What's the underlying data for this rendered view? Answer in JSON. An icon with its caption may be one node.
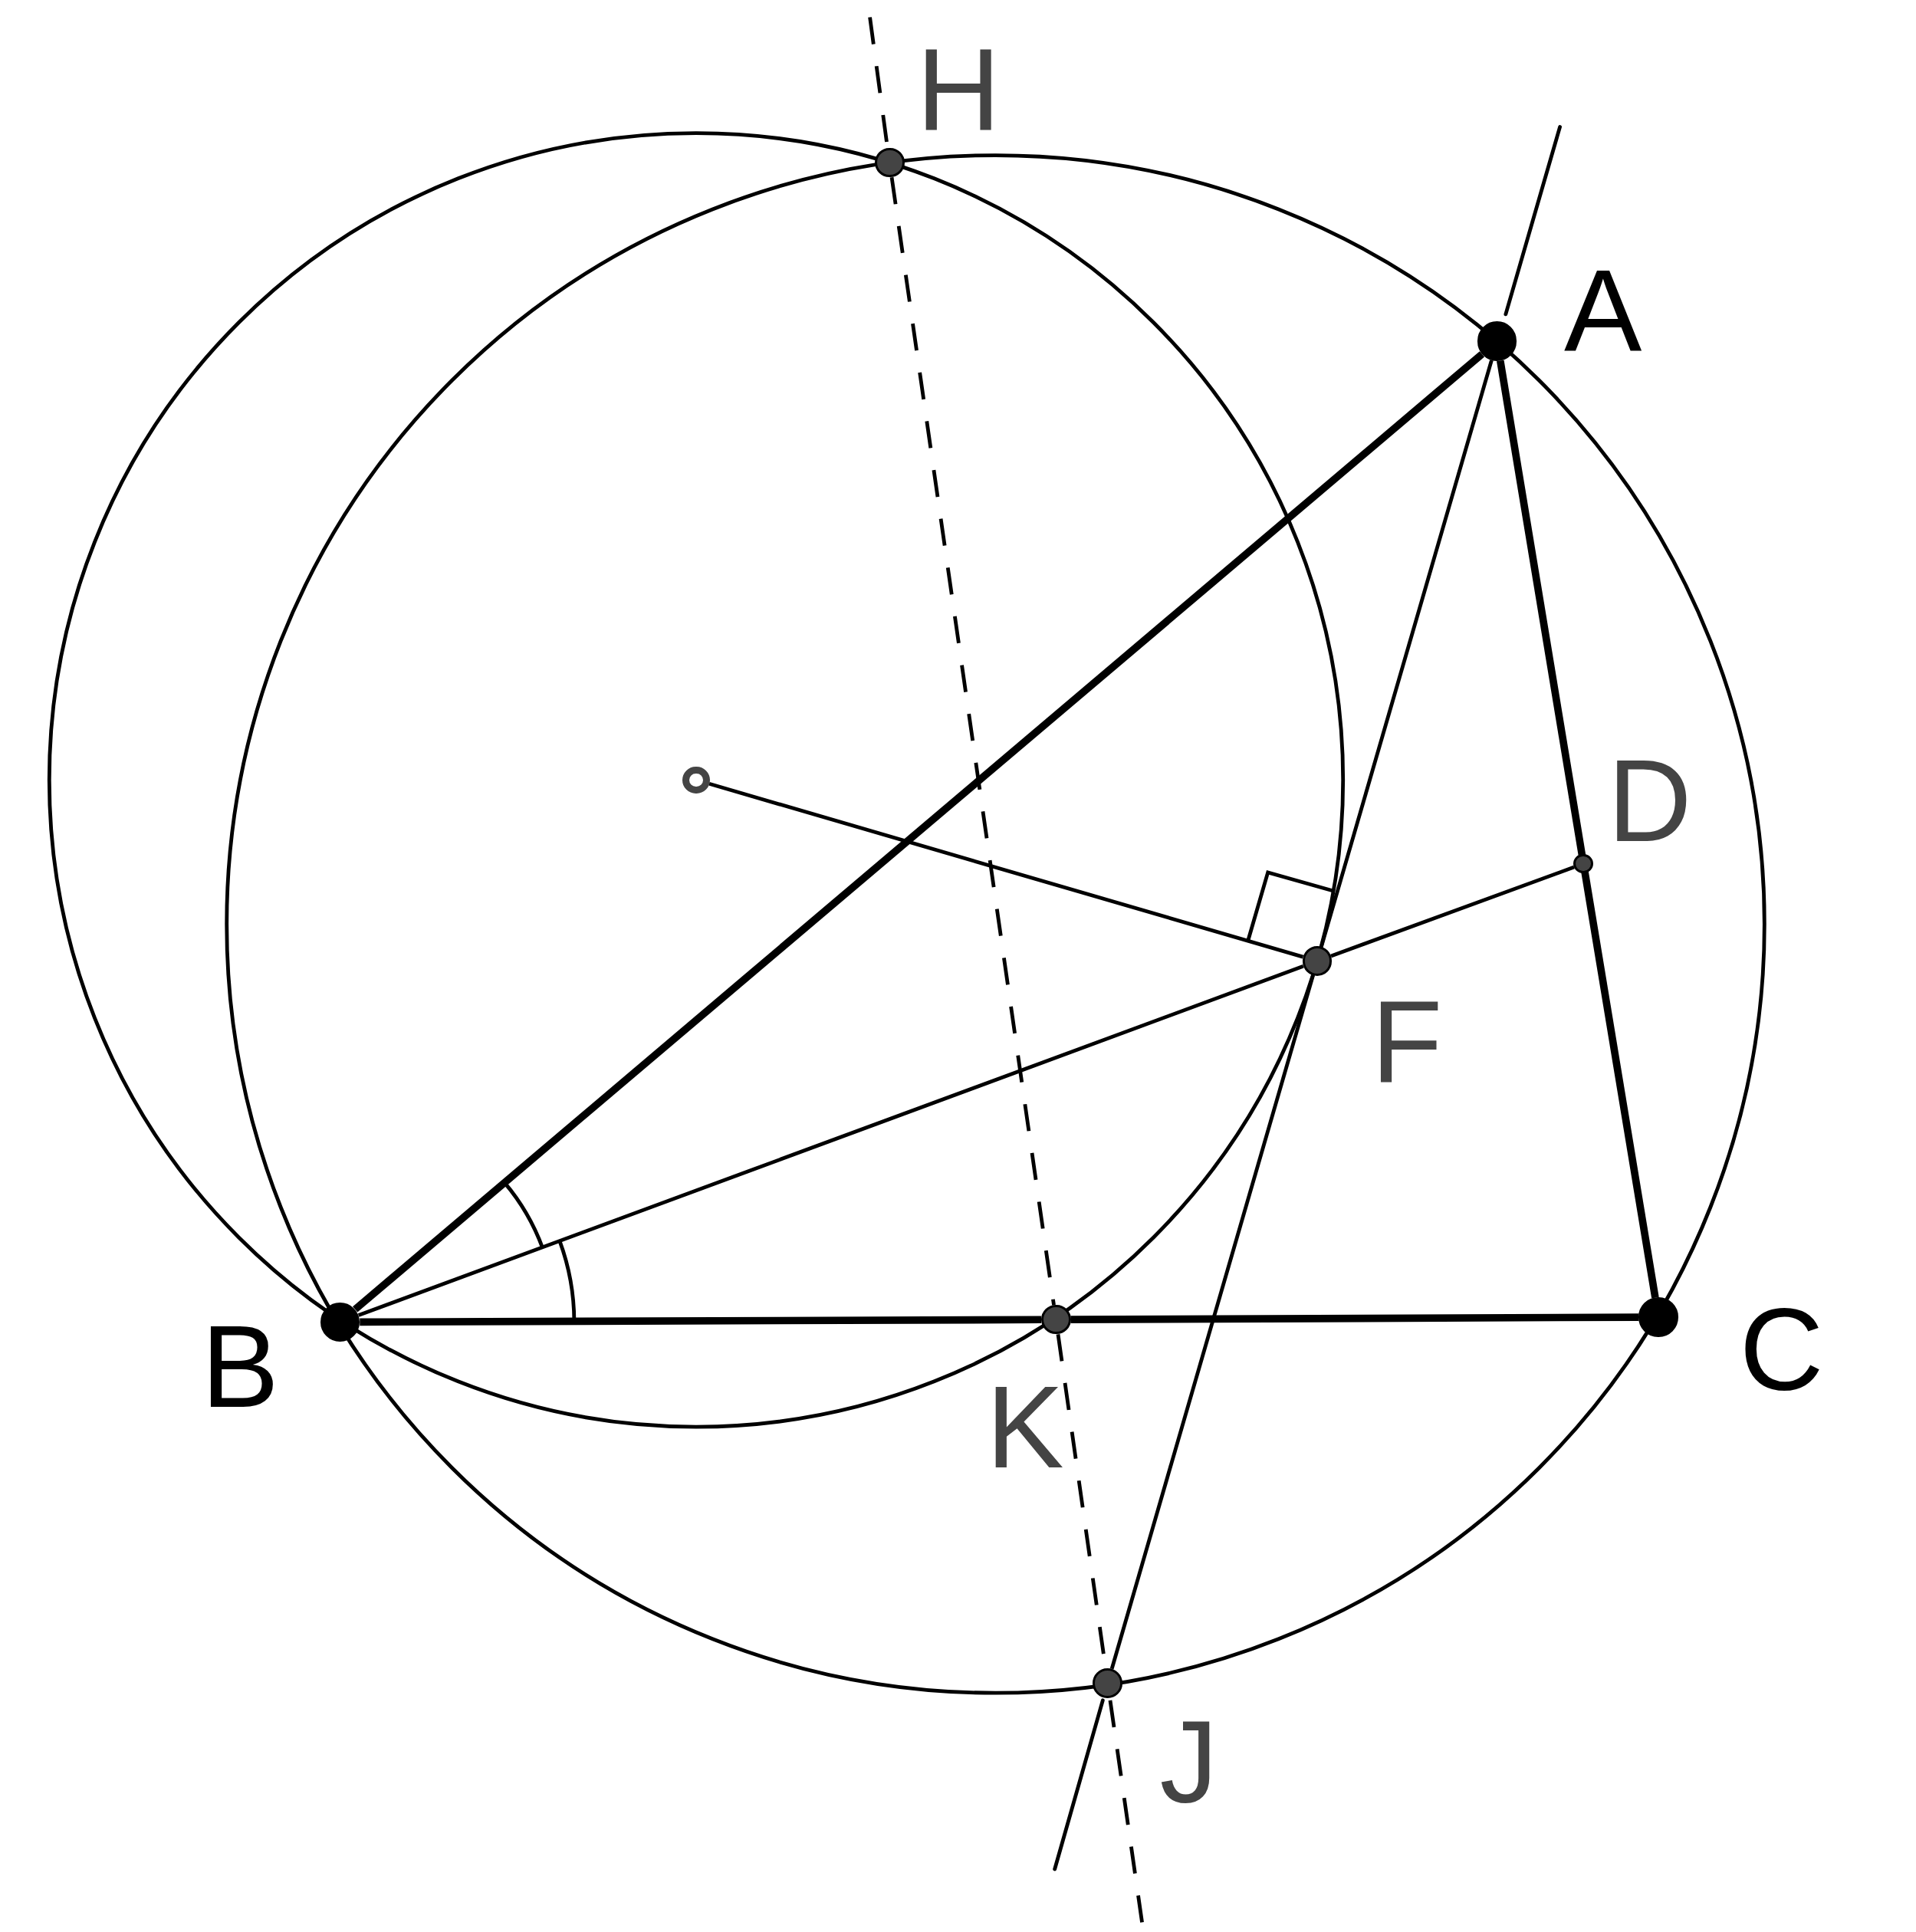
{
  "diagram": {
    "nodes": [
      {
        "text": [
          "A"
        ]
      },
      {
        "text": [
          "B"
        ]
      },
      {
        "text": [
          "C"
        ]
      },
      {
        "text": [
          "D"
        ]
      },
      {
        "text": [
          "F"
        ]
      },
      {
        "text": [],
        "shape": "circle"
      },
      {
        "text": [
          "H"
        ]
      },
      {
        "text": [
          "J"
        ]
      },
      {
        "text": [
          "K"
        ]
      }
    ],
    "edges": [
      {
        "from": 1,
        "to": 0,
        "arrow": "none",
        "style": "thick"
      },
      {
        "from": 0,
        "to": 2,
        "arrow": "none",
        "style": "thick"
      },
      {
        "from": 1,
        "to": 8,
        "arrow": "none",
        "style": "thick"
      },
      {
        "from": 8,
        "to": 2,
        "arrow": "none",
        "style": "thick"
      },
      {
        "from": 1,
        "to": 4,
        "arrow": "none"
      },
      {
        "from": 4,
        "to": 3,
        "arrow": "none"
      },
      {
        "from": 5,
        "to": 4,
        "arrow": "none"
      },
      {
        "from": 0,
        "to": 4,
        "arrow": "none"
      },
      {
        "from": 4,
        "to": 7,
        "arrow": "none"
      },
      {
        "from": 6,
        "to": 8,
        "arrow": "none",
        "style": "dashed"
      },
      {
        "from": 8,
        "to": 7,
        "arrow": "none",
        "style": "dashed"
      }
    ]
  }
}
